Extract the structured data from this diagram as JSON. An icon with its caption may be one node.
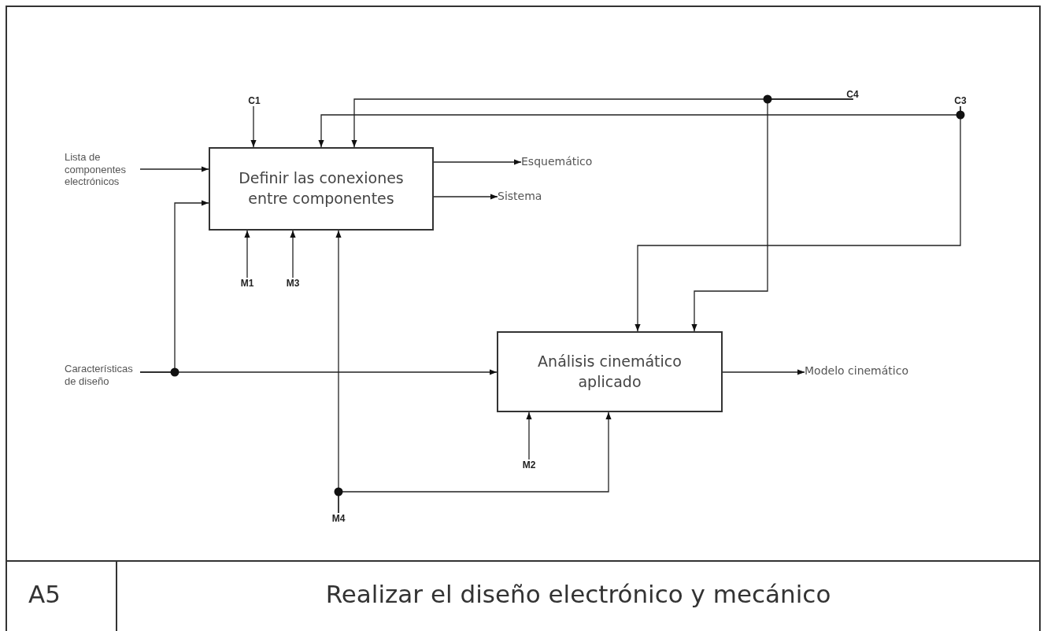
{
  "diagram": {
    "title": "Realizar el diseño electrónico y mecánico",
    "nodes": [
      {
        "text": [
          "Definir las conexiones entre componentes"
        ]
      },
      {
        "text": [
          "Análisis cinemático aplicado"
        ]
      },
      {
        "text": [
          "Lista de componentes electrónicos"
        ]
      },
      {
        "text": [
          "Características de diseño"
        ]
      },
      {
        "text": [
          "C1"
        ]
      },
      {
        "text": [
          "C4"
        ]
      },
      {
        "text": [
          "C3"
        ]
      },
      {
        "text": [
          "M1"
        ]
      },
      {
        "text": [
          "M3"
        ]
      },
      {
        "text": [
          "M2"
        ]
      },
      {
        "text": [
          "M4"
        ]
      },
      {
        "text": [
          "Esquemático"
        ]
      },
      {
        "text": [
          "Sistema"
        ]
      },
      {
        "text": [
          "Modelo cinemático"
        ]
      }
    ],
    "edges": [
      {
        "from": 2,
        "to": 0,
        "arrow": "to"
      },
      {
        "from": 3,
        "to": 0,
        "arrow": "to"
      },
      {
        "from": 3,
        "to": 1,
        "arrow": "to"
      },
      {
        "from": 4,
        "to": 0,
        "arrow": "to"
      },
      {
        "from": 5,
        "to": 0,
        "arrow": "to"
      },
      {
        "from": 5,
        "to": 1,
        "arrow": "to"
      },
      {
        "from": 6,
        "to": 0,
        "arrow": "to"
      },
      {
        "from": 6,
        "to": 1,
        "arrow": "to"
      },
      {
        "from": 7,
        "to": 0,
        "arrow": "to"
      },
      {
        "from": 8,
        "to": 0,
        "arrow": "to"
      },
      {
        "from": 10,
        "to": 0,
        "arrow": "to"
      },
      {
        "from": 10,
        "to": 1,
        "arrow": "to"
      },
      {
        "from": 9,
        "to": 1,
        "arrow": "to"
      },
      {
        "from": 0,
        "to": 11,
        "arrow": "to"
      },
      {
        "from": 0,
        "to": 12,
        "arrow": "to"
      },
      {
        "from": 1,
        "to": 13,
        "arrow": "to"
      }
    ],
    "labels": [
      "A5"
    ]
  }
}
